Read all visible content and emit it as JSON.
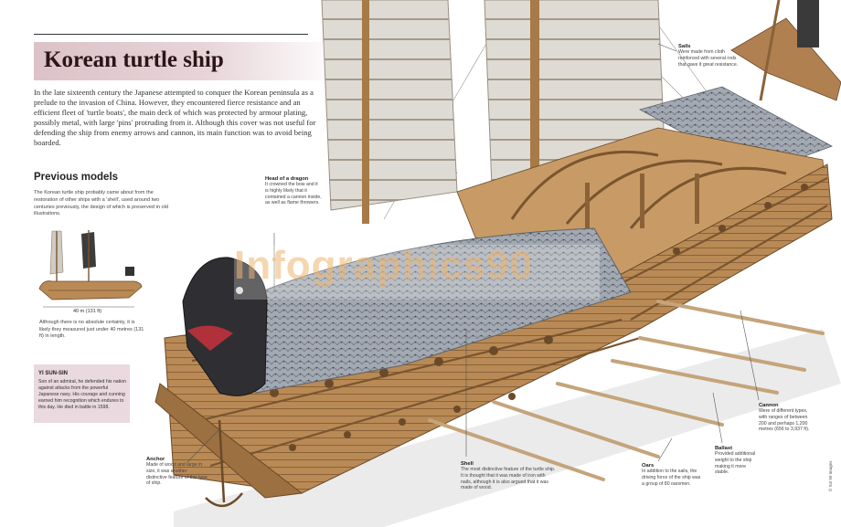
{
  "title": "Korean turtle ship",
  "intro": "In the late sixteenth century the Japanese attempted to conquer the Korean peninsula as a prelude to the invasion of China. However, they encountered fierce resistance and an efficient fleet of 'turtle boats', the main deck of which was protected by armour plating, possibly metal, with large 'pins' protruding from it. Although this cover was not useful for defending the ship from enemy arrows and cannon, its main function was to avoid being boarded.",
  "previous_models": {
    "heading": "Previous models",
    "text": "The Korean turtle ship probably came about from the restoration of other ships with a 'shell', used around two centuries previously, the design of which is preserved in old illustrations.",
    "measure": "40 m (131 ft)",
    "note": "Although there is no absolute certainty, it is likely they measured just under 40 metres (131 ft) in length."
  },
  "yi_sun_sin": {
    "title": "YI SUN-SIN",
    "text": "Son of an admiral, he defended his nation against attacks from the powerful Japanese navy. His courage and cunning earned him recognition which endures to this day. He died in battle in 1598."
  },
  "labels": {
    "sails": {
      "title": "Sails",
      "text": "Were made from cloth reinforced with several rods that gave it great resistance."
    },
    "dragon": {
      "title": "Head of a dragon",
      "text": "It crowned the bow and it is highly likely that it contained a cannon inside, as well as flame throwers."
    },
    "anchor": {
      "title": "Anchor",
      "text": "Made of wood and large in size, it was another distinctive feature of this type of ship."
    },
    "shell": {
      "title": "Shell",
      "text": "The most distinctive feature of the turtle ship. It is thought that it was made of iron with nails, although it is also argued that it was made of wood."
    },
    "oars": {
      "title": "Oars",
      "text": "In addition to the sails, the driving force of the ship was a group of 80 oarsmen."
    },
    "ballast": {
      "title": "Ballast",
      "text": "Provided additional weight to the ship making it more stable."
    },
    "cannon": {
      "title": "Cannon",
      "text": "Were of different types, with ranges of between 200 and perhaps 1,200 metres (656 to 3,937 ft)."
    }
  },
  "watermark": "Infographics90",
  "credit": "© Sol 90 Images",
  "colors": {
    "title_band": "#dcc2c8",
    "pink_box": "#ead9de",
    "wood": "#b98a55",
    "wood_dark": "#7a5530",
    "shell": "#9aa1ab",
    "sail": "#dcd9d2"
  }
}
